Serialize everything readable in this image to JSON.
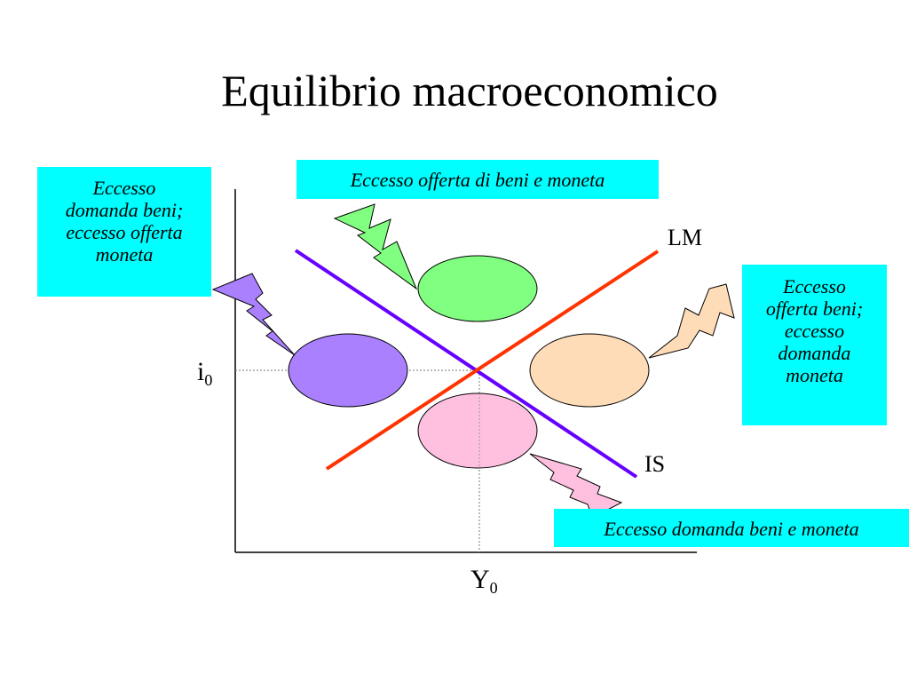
{
  "title": "Equilibrio macroeconomico",
  "axes": {
    "y_label_main": "i",
    "y_label_sub": "0",
    "x_label_main": "Y",
    "x_label_sub": "0"
  },
  "curves": {
    "lm": {
      "label": "LM",
      "color": "#ff3300"
    },
    "is": {
      "label": "IS",
      "color": "#6600ff"
    }
  },
  "callouts": {
    "top": {
      "text": "Eccesso offerta di beni e moneta",
      "color": "#00ffff"
    },
    "left": {
      "lines": [
        "Eccesso",
        "domanda beni;",
        "eccesso offerta",
        "moneta"
      ],
      "color": "#00ffff"
    },
    "right": {
      "lines": [
        "Eccesso",
        "offerta beni;",
        "eccesso",
        "domanda",
        "moneta"
      ],
      "color": "#00ffff"
    },
    "bottom": {
      "text": "Eccesso domanda beni e moneta",
      "color": "#00ffff"
    }
  },
  "regions": {
    "top": {
      "color": "#80ff80",
      "icon": "lightning-icon"
    },
    "left": {
      "color": "#aa80ff",
      "icon": "lightning-icon"
    },
    "right": {
      "color": "#ffdcb8",
      "icon": "lightning-icon"
    },
    "bottom": {
      "color": "#ffc0e0",
      "icon": "lightning-icon"
    }
  }
}
